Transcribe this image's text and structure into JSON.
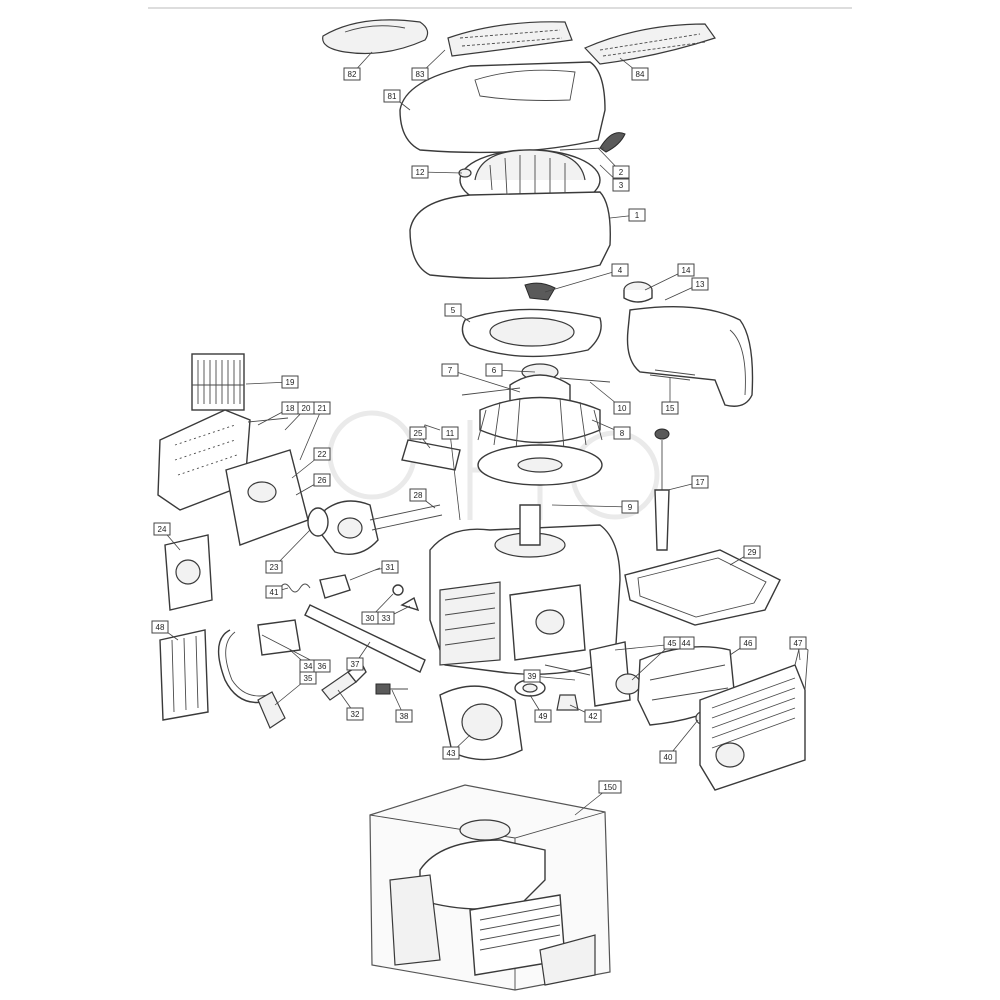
{
  "diagram": {
    "watermark": "GHS",
    "callouts": [
      "82",
      "83",
      "84",
      "81",
      "12",
      "2",
      "3",
      "1",
      "4",
      "14",
      "13",
      "5",
      "19",
      "18",
      "20",
      "21",
      "7",
      "6",
      "10",
      "15",
      "25",
      "11",
      "8",
      "22",
      "26",
      "17",
      "28",
      "9",
      "24",
      "23",
      "29",
      "41",
      "31",
      "30",
      "33",
      "34",
      "36",
      "35",
      "37",
      "32",
      "38",
      "39",
      "44",
      "45",
      "46",
      "47",
      "49",
      "42",
      "43",
      "40",
      "48",
      "150"
    ]
  }
}
